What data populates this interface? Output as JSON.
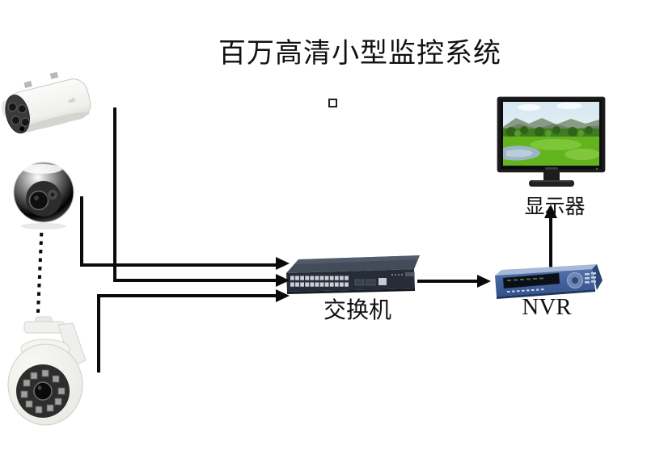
{
  "title": "百万高清小型监控系统",
  "labels": {
    "switch": "交换机",
    "nvr": "NVR",
    "monitor": "显示器"
  },
  "colors": {
    "line": "#0a0a0a",
    "text": "#111111",
    "switch_top": "#454c59",
    "switch_front": "#272d38",
    "nvr_top": "#a7b9d6",
    "nvr_front": "#45639d",
    "monitor_frame": "#191919",
    "camera_body": "#f4f4f1"
  }
}
